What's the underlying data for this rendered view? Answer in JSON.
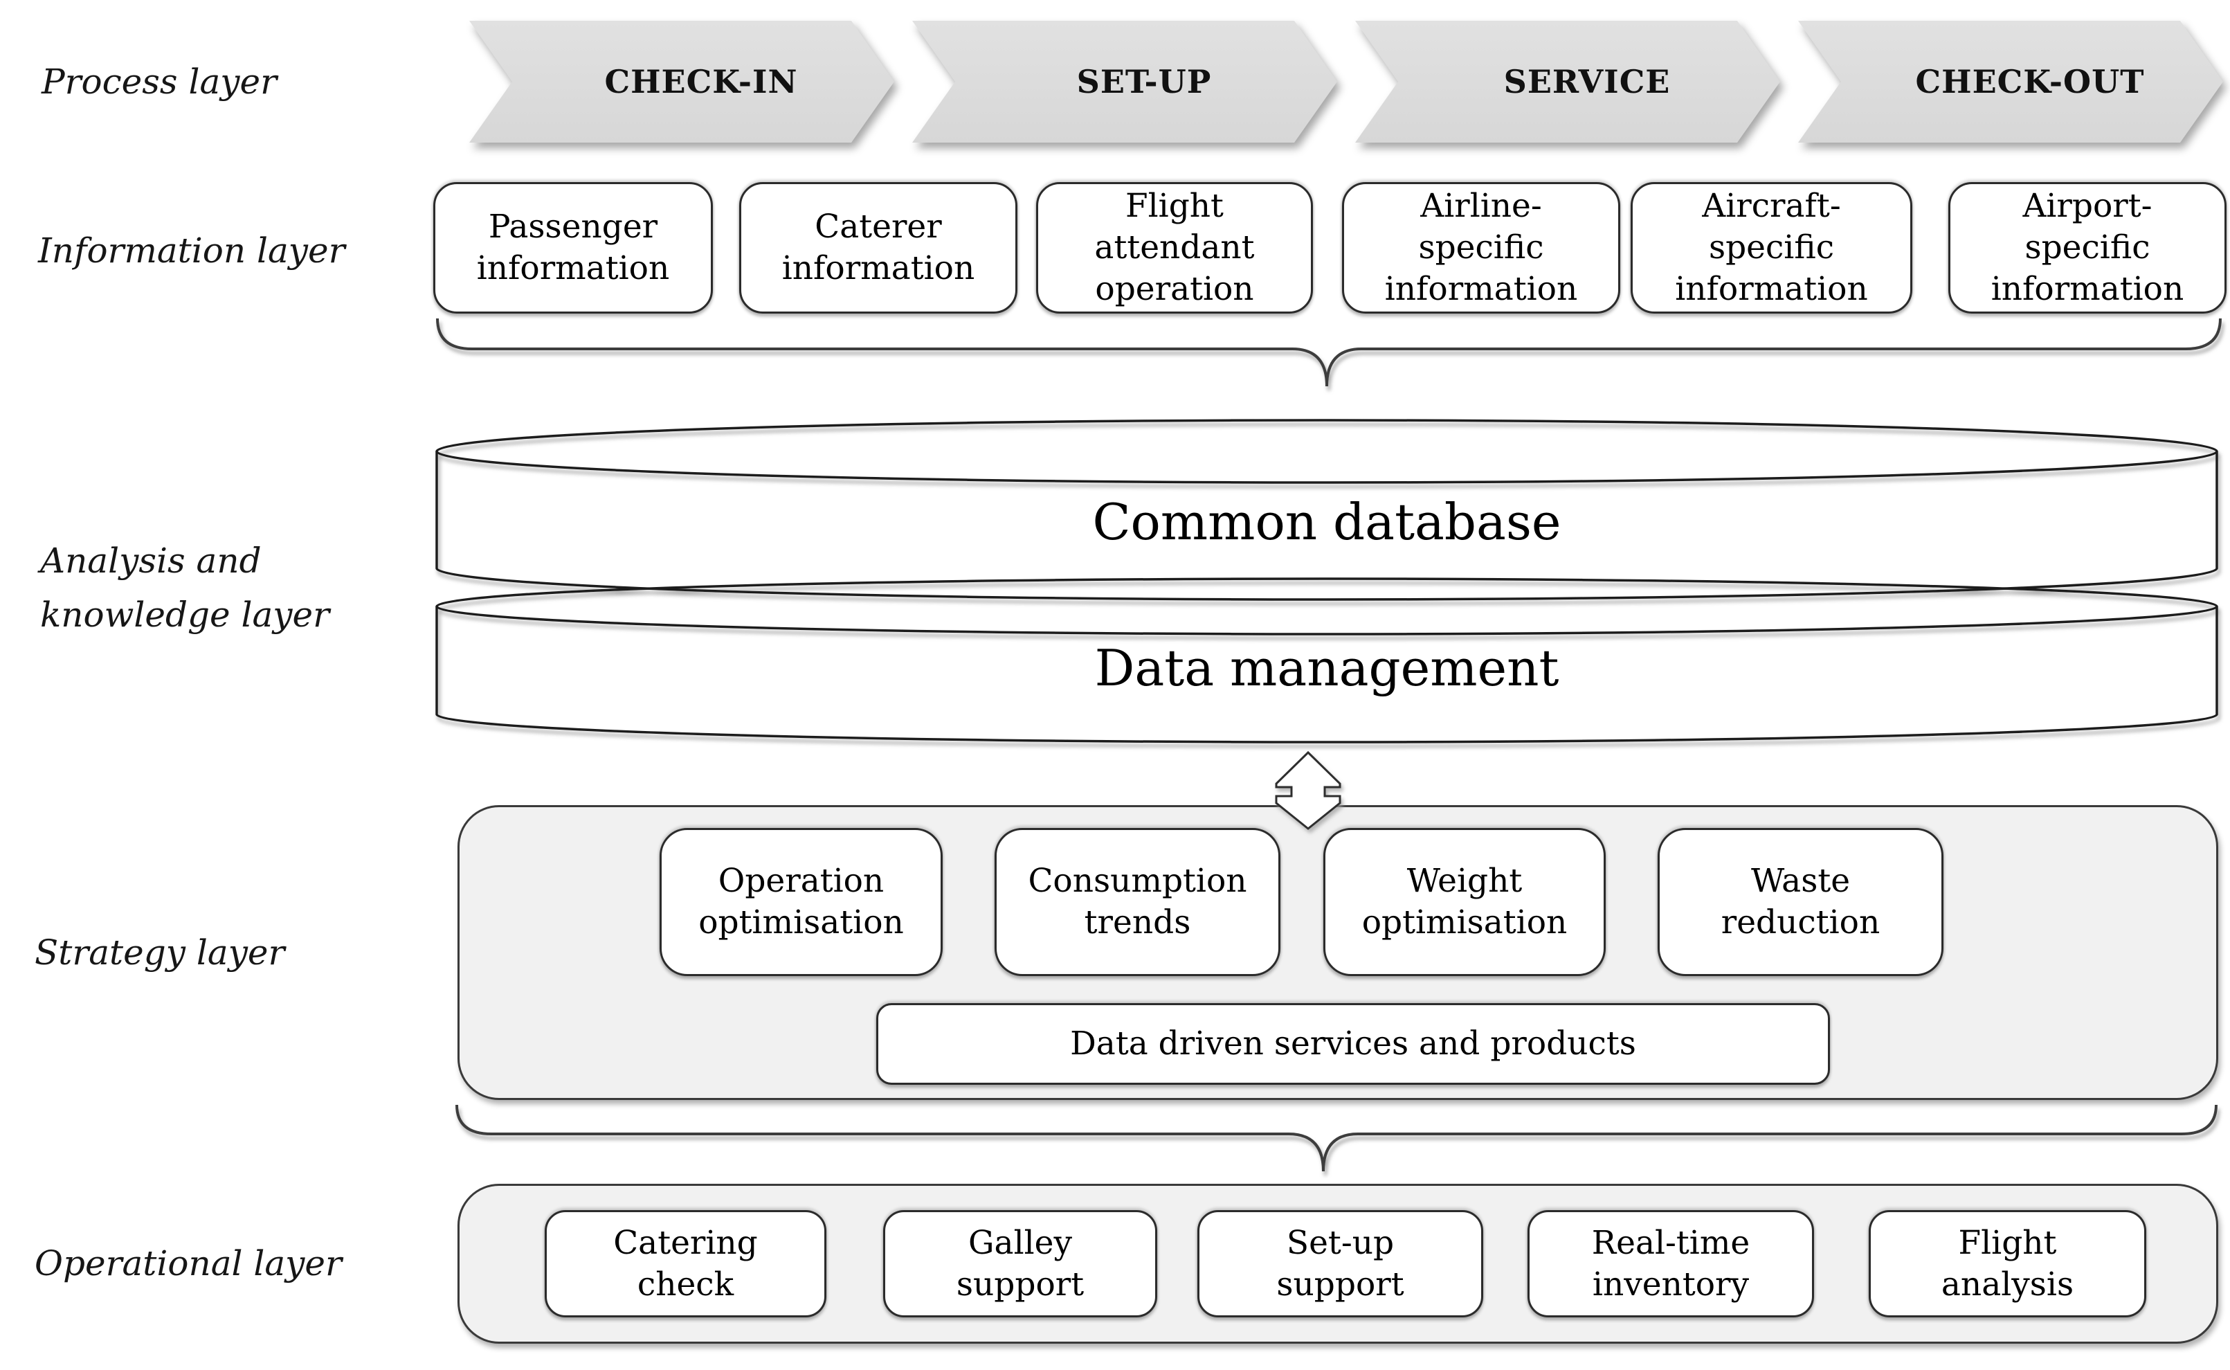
{
  "process": {
    "label": "Process layer",
    "steps": [
      "CHECK-IN",
      "SET-UP",
      "SERVICE",
      "CHECK-OUT"
    ]
  },
  "information": {
    "label": "Information layer",
    "boxes": [
      "Passenger\ninformation",
      "Caterer\ninformation",
      "Flight\nattendant\noperation",
      "Airline-\nspecific\ninformation",
      "Aircraft-\nspecific\ninformation",
      "Airport-\nspecific\ninformation"
    ]
  },
  "analysis": {
    "label": "Analysis and\nknowledge layer",
    "database": "Common database",
    "management": "Data management"
  },
  "strategy": {
    "label": "Strategy layer",
    "boxes": [
      "Operation\noptimisation",
      "Consumption\ntrends",
      "Weight\noptimisation",
      "Waste\nreduction"
    ],
    "bar": "Data driven services and products"
  },
  "operational": {
    "label": "Operational layer",
    "boxes": [
      "Catering\ncheck",
      "Galley\nsupport",
      "Set-up\nsupport",
      "Real-time\ninventory",
      "Flight\nanalysis"
    ]
  },
  "colors": {
    "chevron_fill": "#dcdcdc",
    "panel_fill": "#f1f1f1",
    "box_fill": "#ffffff",
    "line": "#2b2b2b",
    "shadow": "#8f8f8f",
    "background": "#ffffff",
    "text": "#000000"
  }
}
